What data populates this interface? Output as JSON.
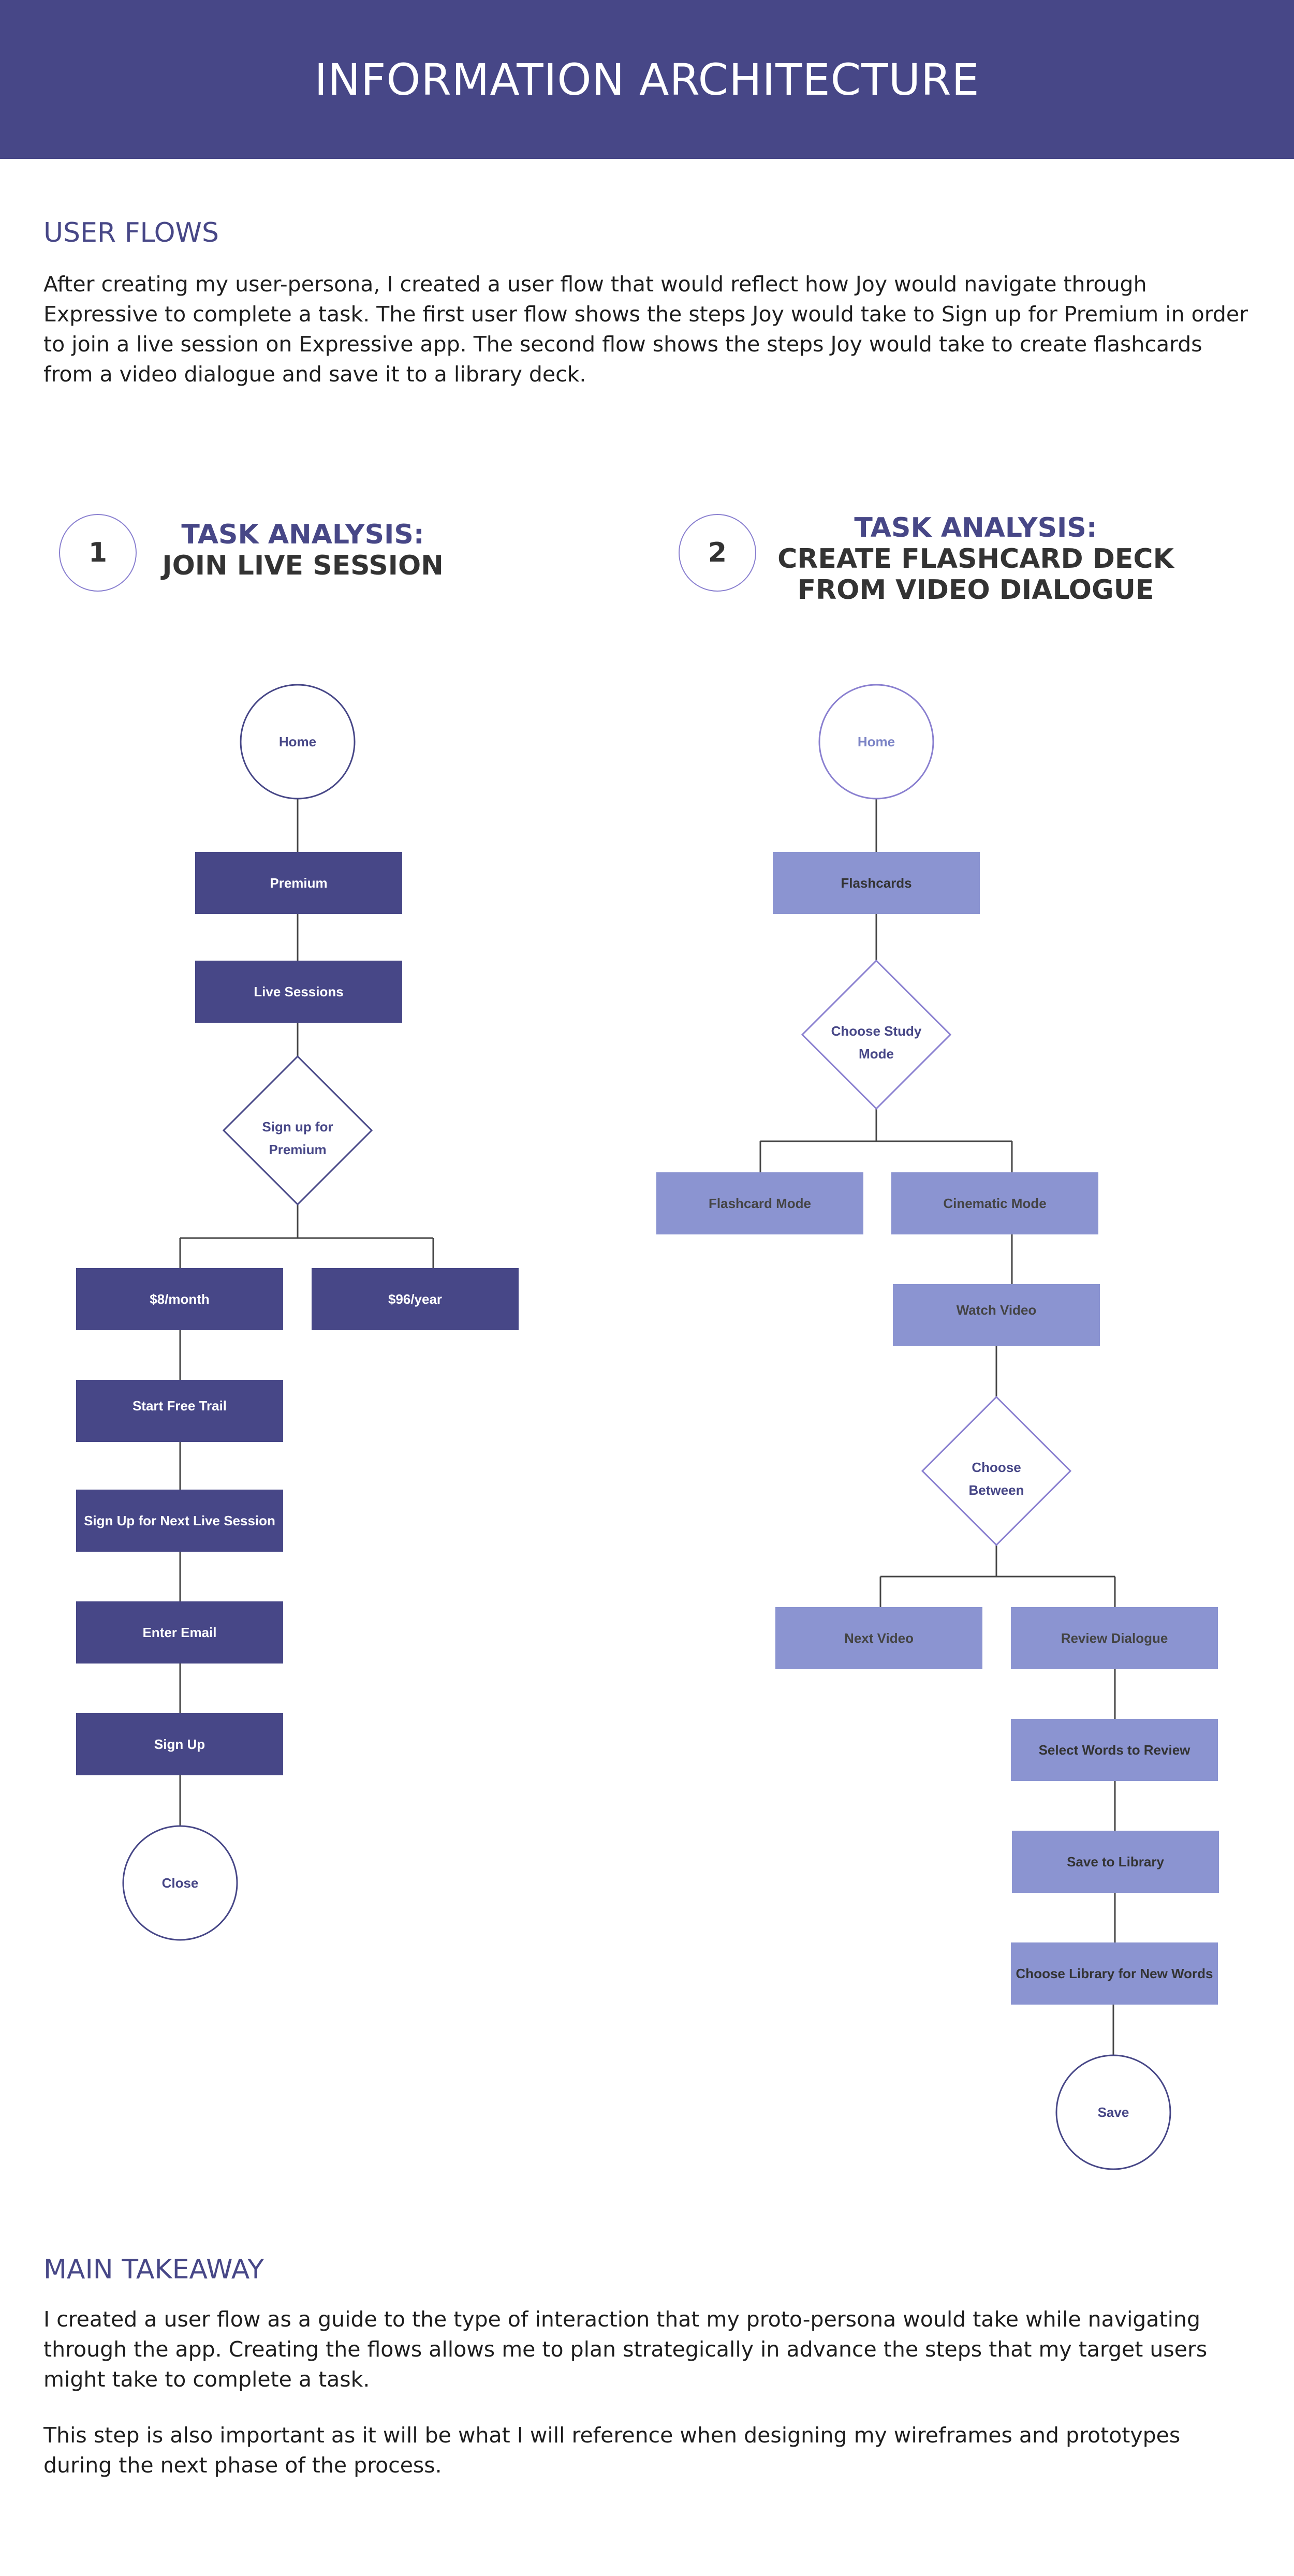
{
  "header": {
    "title": "INFORMATION ARCHITECTURE"
  },
  "user_flows": {
    "title": "USER FLOWS",
    "body": "After creating my user-persona, I created a user flow that would reflect how Joy would navigate through Expressive to complete a task. The first user flow shows the steps Joy would take to Sign up for Premium in order to join a live session on Expressive app. The second flow shows the steps Joy would take to create flashcards from a video dialogue and save it to a library deck."
  },
  "task1": {
    "number": "1",
    "title_line1": "TASK ANALYSIS:",
    "title_line2": "JOIN LIVE SESSION",
    "nodes": {
      "home": "Home",
      "premium": "Premium",
      "live_sessions": "Live Sessions",
      "sign_up_premium_1": "Sign up for",
      "sign_up_premium_2": "Premium",
      "monthly": "$8/month",
      "yearly": "$96/year",
      "free_trail": "Start Free Trail",
      "next_session": "Sign Up for Next Live Session",
      "enter_email": "Enter Email",
      "sign_up": "Sign Up",
      "close": "Close"
    }
  },
  "task2": {
    "number": "2",
    "title_line1": "TASK ANALYSIS:",
    "title_line2": "CREATE FLASHCARD DECK",
    "title_line3": "FROM VIDEO DIALOGUE",
    "nodes": {
      "home": "Home",
      "flashcards": "Flashcards",
      "study_mode_1": "Choose Study",
      "study_mode_2": "Mode",
      "flashcard_mode": "Flashcard Mode",
      "cinematic_mode": "Cinematic Mode",
      "watch_video": "Watch Video",
      "choose_between_1": "Choose",
      "choose_between_2": "Between",
      "next_video": "Next Video",
      "review_dialogue": "Review Dialogue",
      "select_words": "Select Words to Review",
      "save_library": "Save to Library",
      "choose_library": "Choose Library for New Words",
      "save": "Save"
    }
  },
  "takeaway": {
    "title": "MAIN TAKEAWAY",
    "p1": "I created a user flow as a guide to the type of interaction that my proto-persona would take while navigating through the app. Creating the flows allows me to plan strategically in advance the steps that my target users might take to complete a task.",
    "p2": "This step is also important as it will be what I will reference when designing my wireframes and prototypes during the next phase of the process."
  },
  "colors": {
    "dark_purple": "#474787",
    "light_purple": "#8b94d1",
    "outline": "#8a80d0",
    "connector": "#444444"
  }
}
